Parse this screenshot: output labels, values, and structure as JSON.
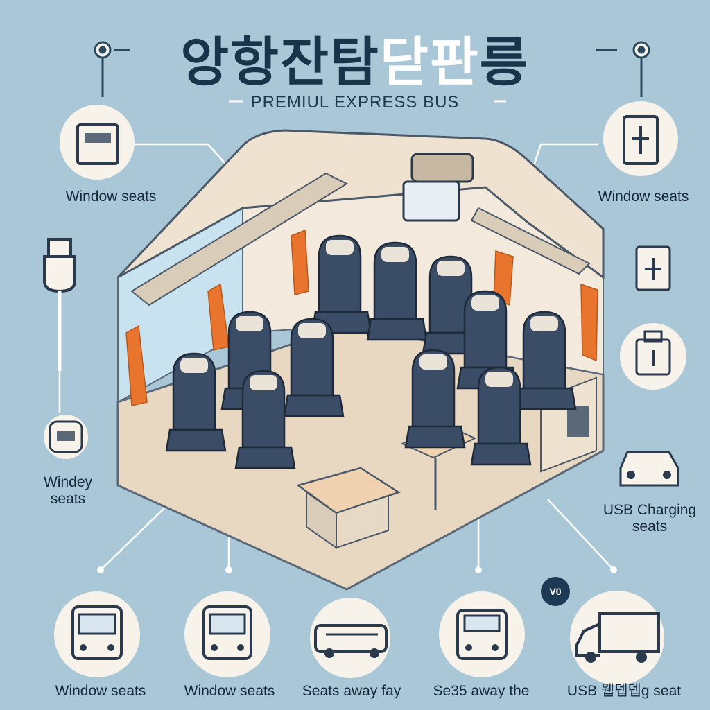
{
  "title": {
    "dark": "앙항잔탐",
    "light": "닫판",
    "end": "릉"
  },
  "subtitle": "PREMIUL EXPRESS BUS",
  "badge": "V0",
  "labels": {
    "top_left": "Window seats",
    "top_right": "Window seats",
    "left_mid_line1": "Windey",
    "left_mid_line2": "seats",
    "right_mid_line1": "USB Charging",
    "right_mid_line2": "seats",
    "bottom_1": "Window seats",
    "bottom_2": "Window seats",
    "bottom_3": "Seats away fay",
    "bottom_4": "Se35 away the",
    "bottom_5": "USB 웹뎁뎁g seat"
  },
  "colors": {
    "background": "#a9c7d6",
    "title_dark": "#17344a",
    "seat_dark": "#3b4d66",
    "seat_light": "#eae3d8",
    "curtain": "#e8742e",
    "bus_shell": "#efe2d0",
    "icon_circle": "#f7f2ea"
  }
}
